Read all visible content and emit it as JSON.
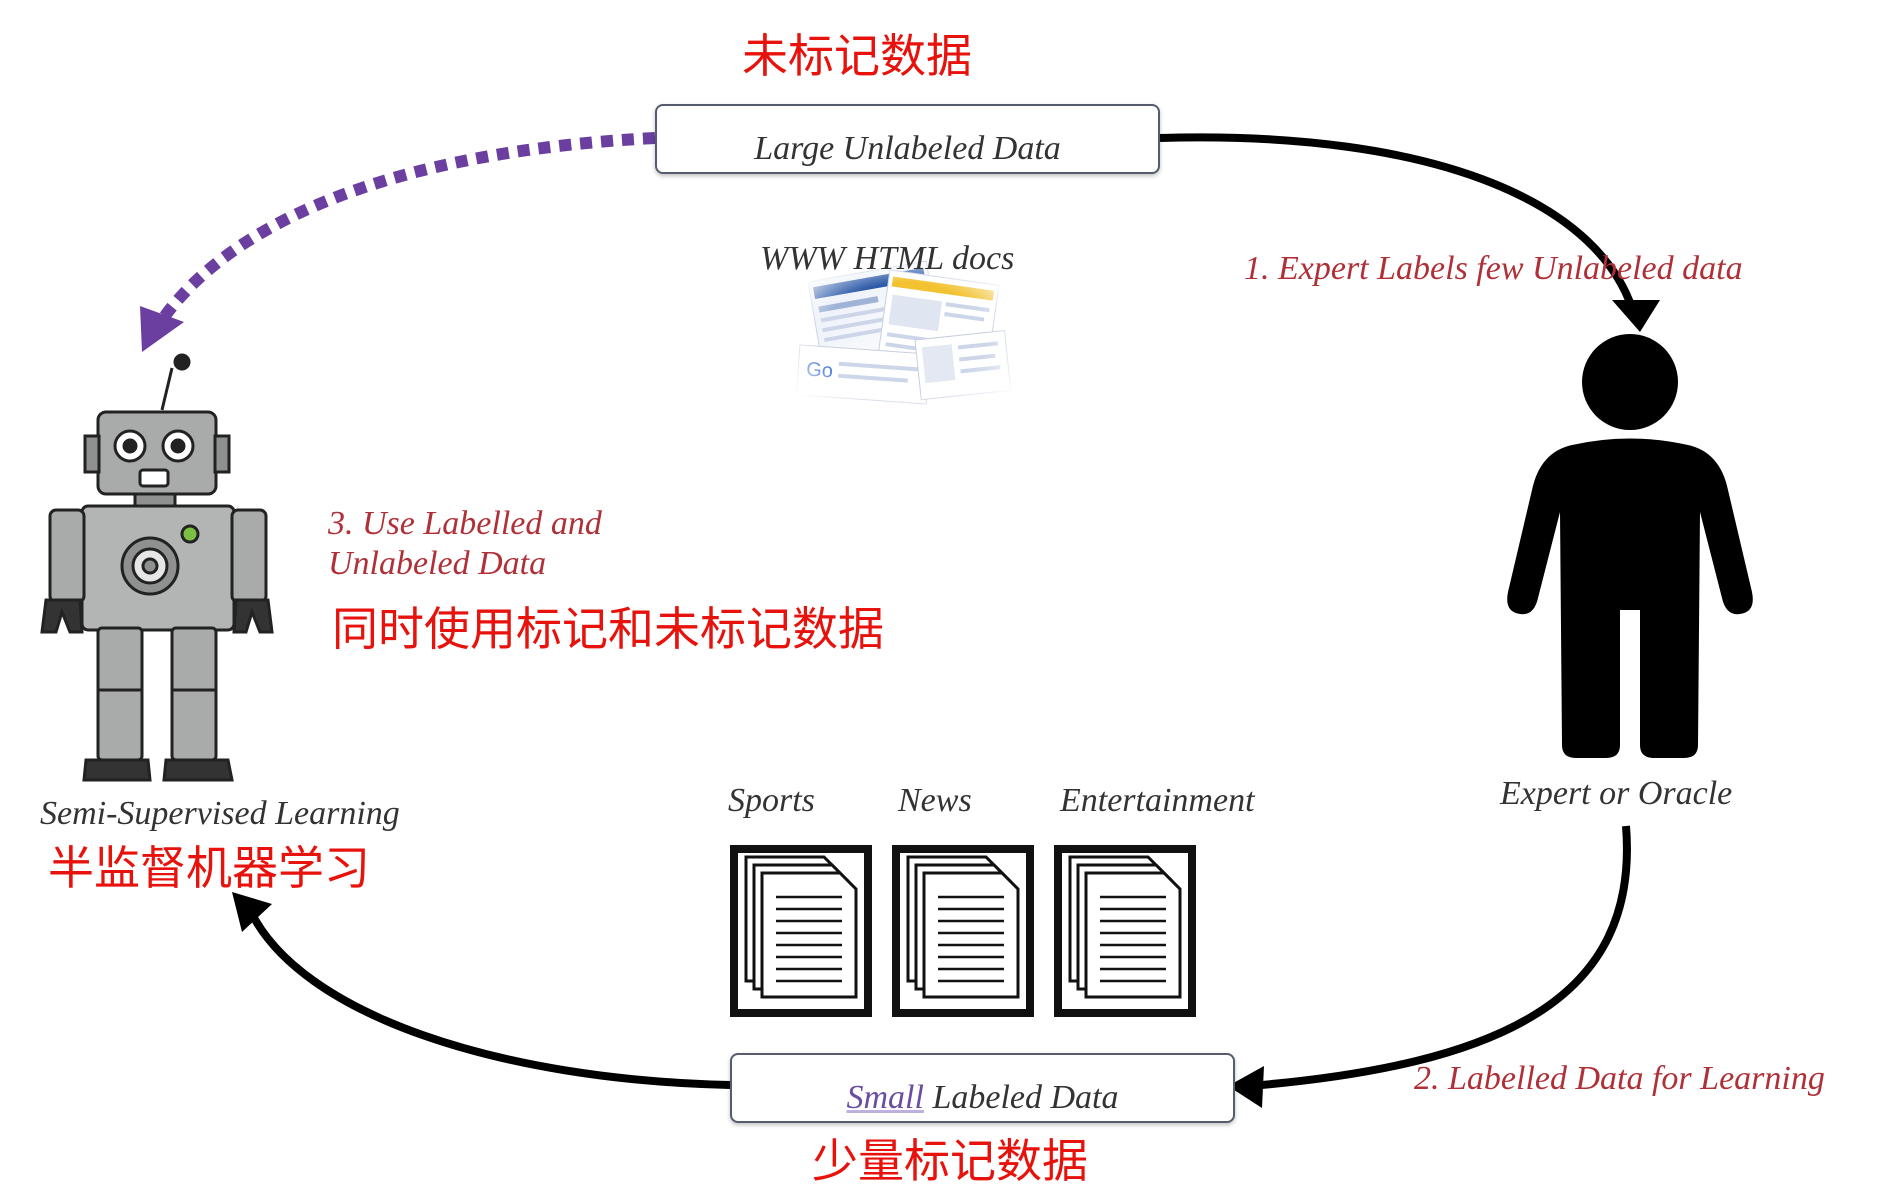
{
  "labels_cn": {
    "unlabeled": "未标记数据",
    "use_both": "同时使用标记和未标记数据",
    "ssl": "半监督机器学习",
    "small_labeled": "少量标记数据"
  },
  "boxes": {
    "large_unlabeled": "Large Unlabeled Data",
    "small_labeled_prefix": "Small",
    "small_labeled_rest": " Labeled Data"
  },
  "captions": {
    "www": "WWW HTML docs",
    "semi_supervised": "Semi-Supervised Learning",
    "expert": "Expert or Oracle"
  },
  "steps": {
    "step1": "1. Expert Labels few  Unlabeled data",
    "step2": "2. Labelled Data for Learning",
    "step3_line1": "3. Use  Labelled and",
    "step3_line2": "Unlabeled Data"
  },
  "categories": [
    "Sports",
    "News",
    "Entertainment"
  ],
  "colors": {
    "chinese_text": "#e8120c",
    "step_text": "#b03038",
    "dotted_arrow": "#6b3fa0",
    "solid_arrow": "#000000"
  },
  "icons": [
    "robot-icon",
    "person-icon",
    "web-pages-icon",
    "document-stack-icon",
    "arrow-icons"
  ]
}
